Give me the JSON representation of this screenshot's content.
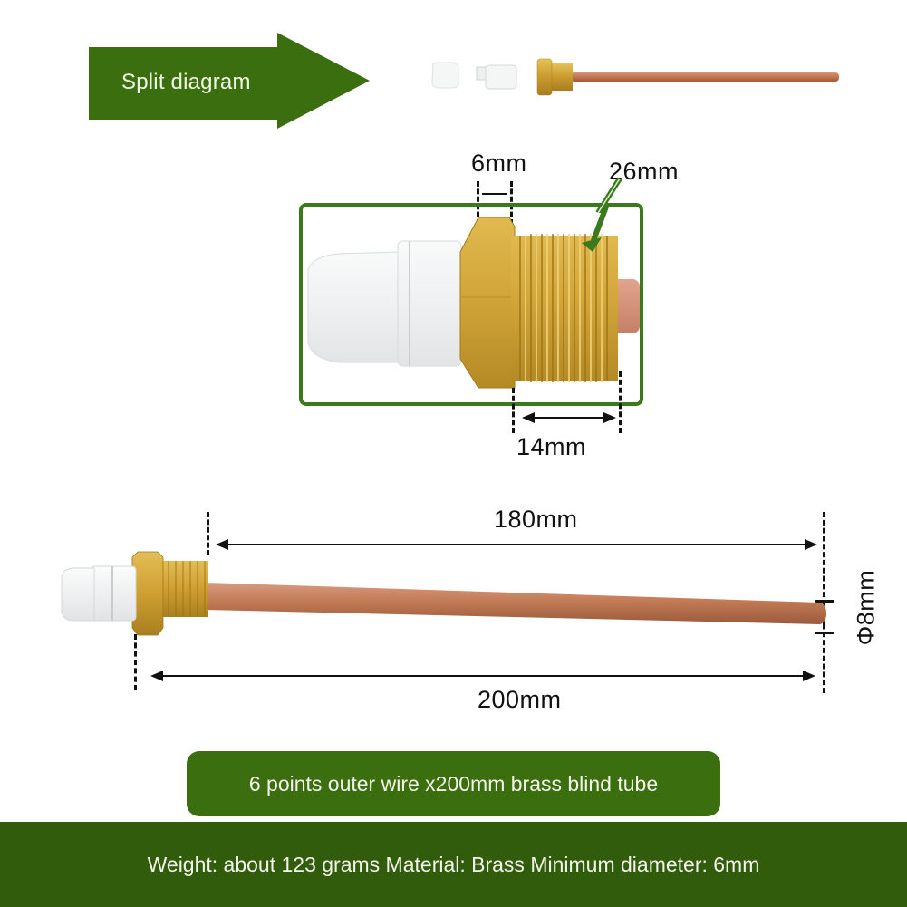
{
  "header": {
    "split_label": "Split diagram",
    "arrow_color": "#3b6e0e"
  },
  "detail_view": {
    "hex_width": "6mm",
    "thread_diameter": "26mm",
    "thread_length": "14mm",
    "frame_color": "#3a7a1c"
  },
  "full_view": {
    "tube_length": "180mm",
    "overall_length": "200mm",
    "tube_diameter": "Φ8mm"
  },
  "product_title": "6 points outer wire x200mm brass blind tube",
  "footer": {
    "specs": "Weight: about 123 grams Material: Brass Minimum diameter: 6mm",
    "background_color": "#315c0b"
  },
  "colors": {
    "brass": "#c9a23a",
    "copper": "#c07a52",
    "plastic": "#f2f4f4"
  }
}
